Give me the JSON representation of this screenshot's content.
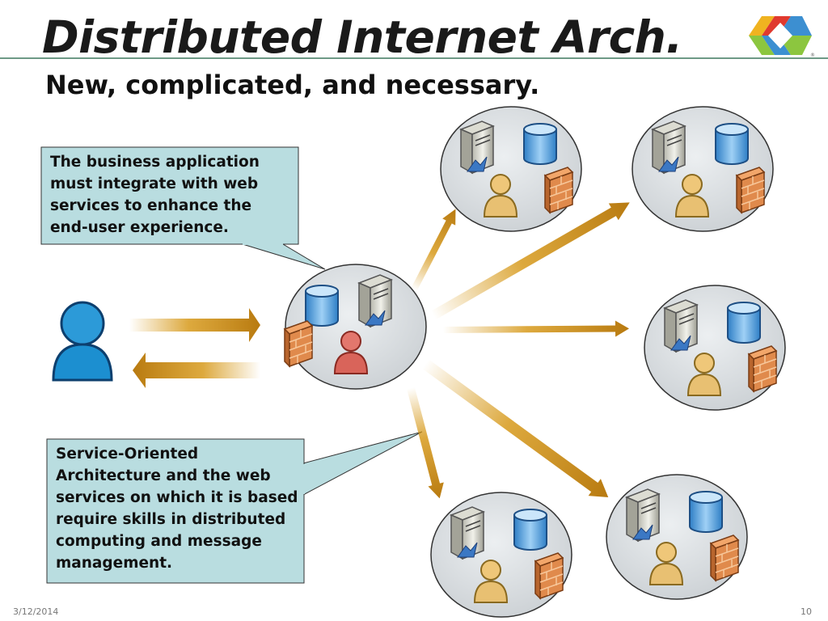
{
  "slide": {
    "title": "Distributed Internet Arch.",
    "subtitle": "New, complicated, and necessary.",
    "date": "3/12/2014",
    "page_number": "10"
  },
  "callouts": [
    {
      "text": "The business application must integrate with web services to enhance the end-user experience."
    },
    {
      "text": "Service-Oriented Architecture and the web services on which it is based require skills in distributed computing and message management."
    }
  ],
  "icons": {
    "user": "user-icon",
    "server": "server-icon",
    "database": "database-icon",
    "firewall": "firewall-icon",
    "logo": "visual-studio-logo-icon"
  },
  "colors": {
    "title_rule": "#6e9a86",
    "callout_fill": "#b9dde0",
    "arrow": "#d79a1c",
    "node_fill": "#d6dadd",
    "user_blue": "#1c8fd0",
    "person_center": "#d9645a",
    "person_remote": "#e8c072"
  }
}
